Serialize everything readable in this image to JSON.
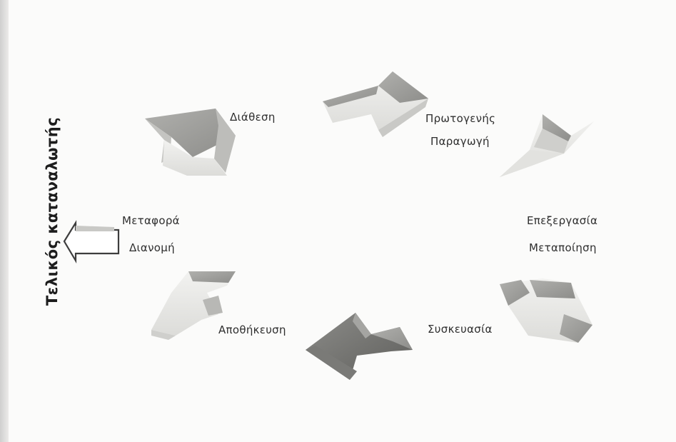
{
  "final_consumer_label": "Τελικός καταναλωτής",
  "stages": {
    "disposal": "Διάθεση",
    "primary_production_line1": "Πρωτογενής",
    "primary_production_line2": "Παραγωγή",
    "processing_line1": "Επεξεργασία",
    "processing_line2": "Μεταποίηση",
    "packaging": "Συσκευασία",
    "storage": "Αποθήκευση",
    "transport_line1": "Μεταφορά",
    "transport_line2": "Διανομή"
  }
}
